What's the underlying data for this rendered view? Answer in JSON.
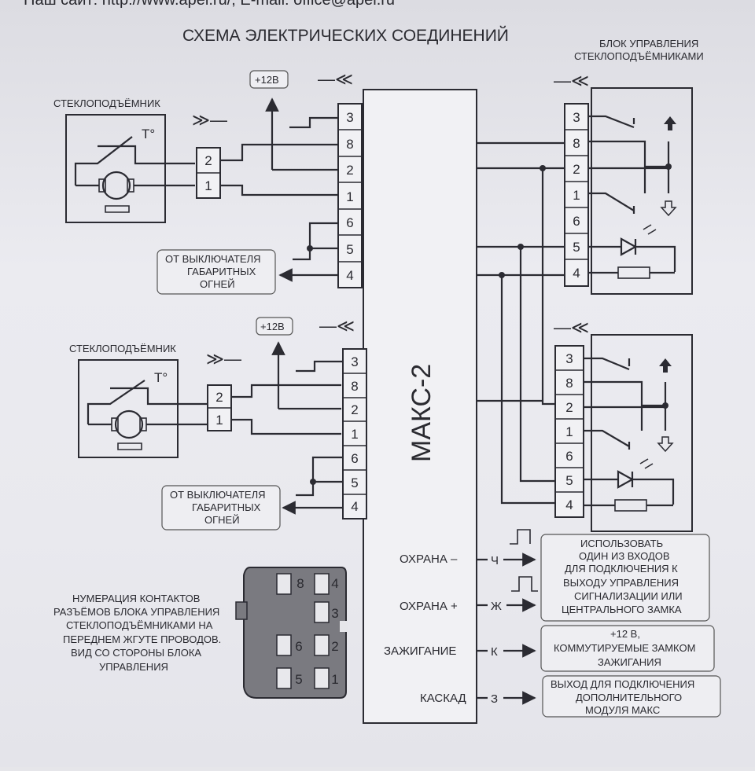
{
  "header": {
    "site_line": "Наш сайт: http://www.apel.ru/, E-mail: office@apel.ru",
    "title": "СХЕМА ЭЛЕКТРИЧЕСКИХ СОЕДИНЕНИЙ",
    "block_title_1": "БЛОК УПРАВЛЕНИЯ",
    "block_title_2": "СТЕКЛОПОДЪЁМНИКАМИ"
  },
  "device": {
    "name": "МАКС-2"
  },
  "motor": {
    "label": "СТЕКЛОПОДЪЁМНИК",
    "thermo": "T°",
    "pins": [
      "2",
      "1"
    ]
  },
  "power": "+12В",
  "parking_lights": {
    "line1": "ОТ ВЫКЛЮЧАТЕЛЯ",
    "line2": "ГАБАРИТНЫХ",
    "line3": "ОГНЕЙ"
  },
  "connector_pins": [
    "3",
    "8",
    "2",
    "1",
    "6",
    "5",
    "4"
  ],
  "outputs": [
    {
      "label": "ОХРАНА –",
      "wire": "Ч"
    },
    {
      "label": "ОХРАНА +",
      "wire": "Ж"
    },
    {
      "label": "ЗАЖИГАНИЕ",
      "wire": "К"
    },
    {
      "label": "КАСКАД",
      "wire": "З"
    }
  ],
  "notes": {
    "security": [
      "ИСПОЛЬЗОВАТЬ",
      "ОДИН ИЗ ВХОДОВ",
      "ДЛЯ ПОДКЛЮЧЕНИЯ К",
      "ВЫХОДУ УПРАВЛЕНИЯ",
      "СИГНАЛИЗАЦИИ ИЛИ",
      "ЦЕНТРАЛЬНОГО ЗАМКА"
    ],
    "ignition": [
      "+12 В,",
      "КОММУТИРУЕМЫЕ ЗАМКОМ",
      "ЗАЖИГАНИЯ"
    ],
    "cascade": [
      "ВЫХОД ДЛЯ ПОДКЛЮЧЕНИЯ",
      "ДОПОЛНИТЕЛЬНОГО",
      "МОДУЛЯ МАКС"
    ]
  },
  "pinout": {
    "caption": [
      "НУМЕРАЦИЯ КОНТАКТОВ",
      "РАЗЪЁМОВ БЛОКА УПРАВЛЕНИЯ",
      "СТЕКЛОПОДЪЁМНИКАМИ НА",
      "ПЕРЕДНЕМ ЖГУТЕ ПРОВОДОВ.",
      "ВИД СО СТОРОНЫ БЛОКА",
      "УПРАВЛЕНИЯ"
    ],
    "left_pins": [
      "8",
      "6",
      "5"
    ],
    "right_pins": [
      "4",
      "3",
      "2",
      "1"
    ]
  }
}
